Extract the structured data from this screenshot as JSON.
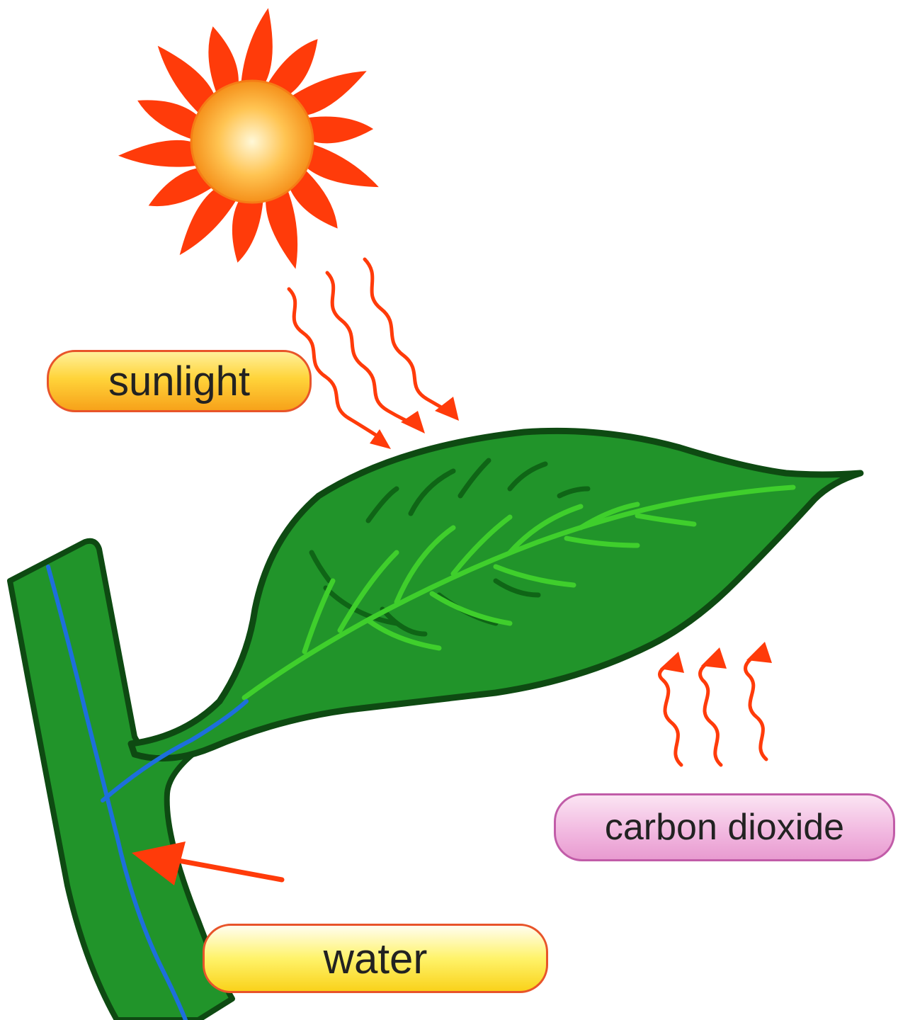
{
  "labels": {
    "sunlight": "sunlight",
    "carbon_dioxide": "carbon dioxide",
    "water": "water"
  },
  "colors": {
    "leaf": "#21942a",
    "leaf_outline": "#0e4a12",
    "vein": "#3fcf2c",
    "water_vessel": "#1d6fdc",
    "sun_rays": "#ff3b0a",
    "arrows": "#ff3b0a"
  }
}
